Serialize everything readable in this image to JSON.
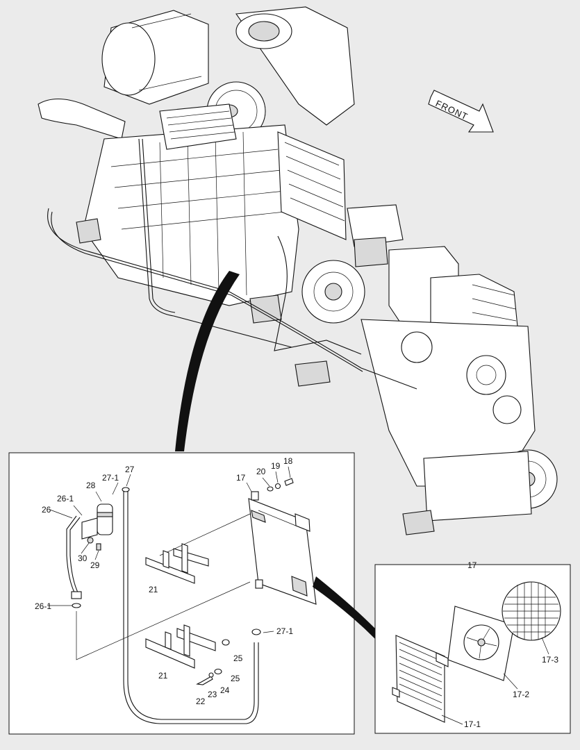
{
  "orientation_arrow": {
    "label": "FRONT"
  },
  "detail_box_main": {
    "callouts": [
      {
        "id": "c17",
        "text": "17"
      },
      {
        "id": "c18",
        "text": "18"
      },
      {
        "id": "c19",
        "text": "19"
      },
      {
        "id": "c20",
        "text": "20"
      },
      {
        "id": "c21a",
        "text": "21"
      },
      {
        "id": "c21b",
        "text": "21"
      },
      {
        "id": "c22",
        "text": "22"
      },
      {
        "id": "c23",
        "text": "23"
      },
      {
        "id": "c24",
        "text": "24"
      },
      {
        "id": "c25a",
        "text": "25"
      },
      {
        "id": "c25b",
        "text": "25"
      },
      {
        "id": "c26",
        "text": "26"
      },
      {
        "id": "c26_1a",
        "text": "26-1"
      },
      {
        "id": "c26_1b",
        "text": "26-1"
      },
      {
        "id": "c27",
        "text": "27"
      },
      {
        "id": "c27_1a",
        "text": "27-1"
      },
      {
        "id": "c27_1b",
        "text": "27-1"
      },
      {
        "id": "c28",
        "text": "28"
      },
      {
        "id": "c29",
        "text": "29"
      },
      {
        "id": "c30",
        "text": "30"
      }
    ]
  },
  "detail_box_cooler": {
    "title": "17",
    "callouts": [
      {
        "id": "c17_1",
        "text": "17-1"
      },
      {
        "id": "c17_2",
        "text": "17-2"
      },
      {
        "id": "c17_3",
        "text": "17-3"
      }
    ]
  },
  "colors": {
    "background": "#ebebeb",
    "line": "#111111",
    "panel": "#ffffff"
  }
}
